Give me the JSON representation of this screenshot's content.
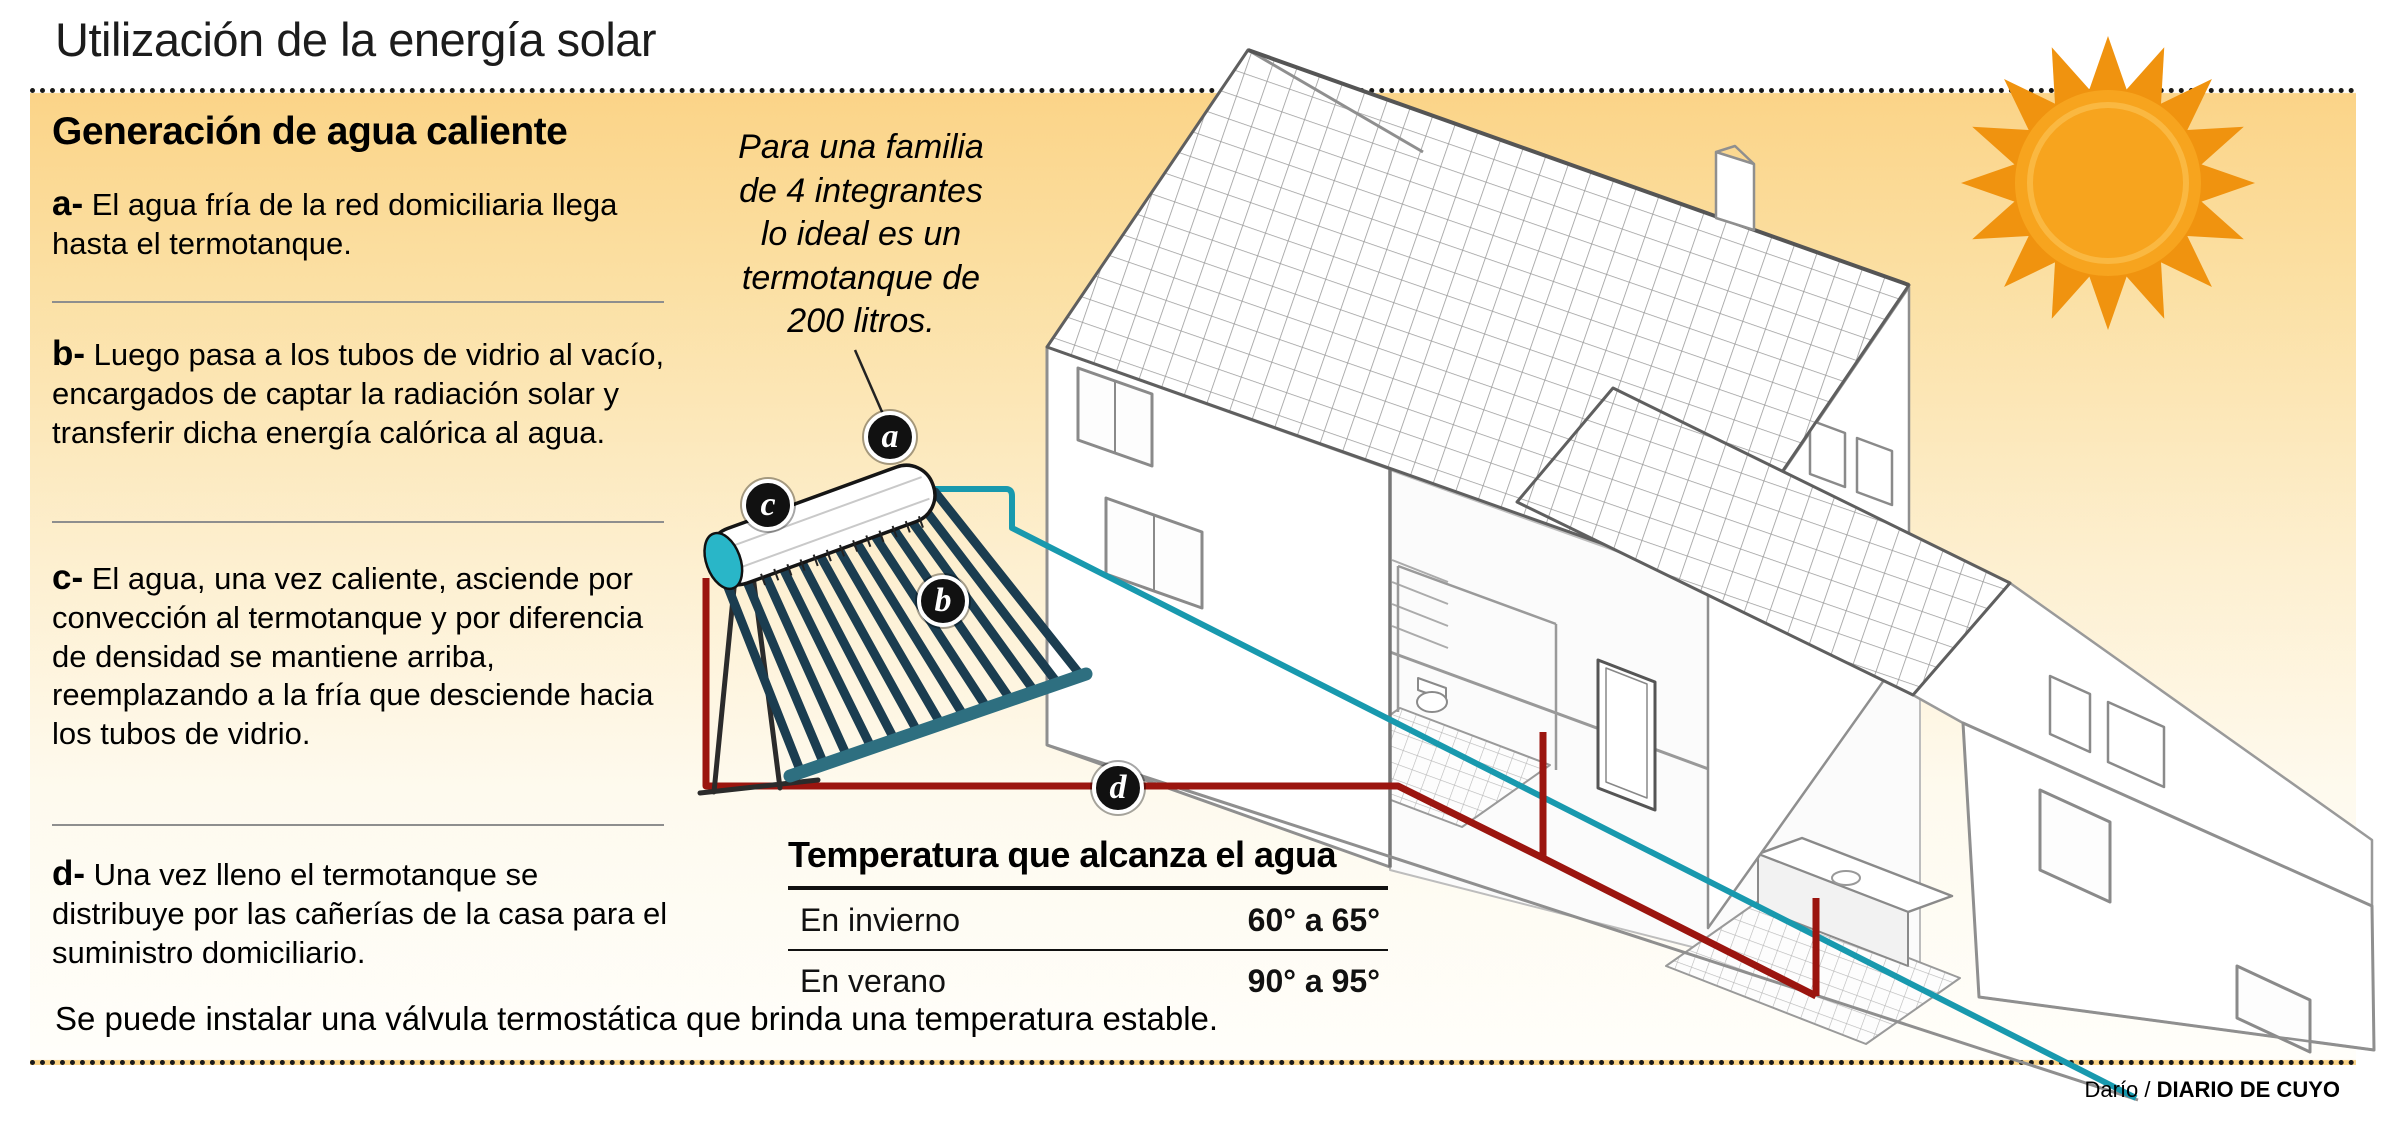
{
  "title": "Utilización de la energía solar",
  "panel": {
    "heading": "Generación de agua caliente",
    "items": [
      {
        "label": "a-",
        "text": "El agua fría de la red domiciliaria llega hasta el termotanque."
      },
      {
        "label": "b-",
        "text": "Luego pasa a los tubos de vidrio al vacío, encargados de captar la radiación solar y transferir dicha energía calórica al agua."
      },
      {
        "label": "c-",
        "text": "El agua, una vez caliente, asciende por convección al termotanque y por diferencia de densidad se mantiene arriba, reemplazando a la fría que desciende hacia los tubos de vidrio."
      },
      {
        "label": "d-",
        "text": "Una vez lleno el termotanque se distribuye por las cañerías de la casa para el suministro domiciliario."
      }
    ],
    "footnote": "Se puede instalar una válvula termostática que brinda una temperatura estable."
  },
  "capacity_note": {
    "lines": [
      "Para una familia",
      "de 4 integrantes",
      "lo ideal es un",
      "termotanque de",
      "200 litros."
    ]
  },
  "badges": [
    "a",
    "b",
    "c",
    "d"
  ],
  "temperature_table": {
    "title": "Temperatura que alcanza el agua",
    "rows": [
      {
        "label": "En invierno",
        "value": "60° a 65°"
      },
      {
        "label": "En verano",
        "value": "90° a 95°"
      }
    ]
  },
  "credit": {
    "prefix": "Darío / ",
    "source": "DIARIO DE CUYO"
  },
  "colors": {
    "bg_top": "#fbd488",
    "sun": "#f7a41e",
    "sun_ray": "#f0930f",
    "pipe_hot": "#9b150f",
    "pipe_cold": "#1899ae",
    "tank_cap": "#29b6c8",
    "tube": "#1b3d50",
    "tube_rail": "#2e6f80",
    "badge_bg": "#111111",
    "badge_fg": "#ffffff"
  }
}
